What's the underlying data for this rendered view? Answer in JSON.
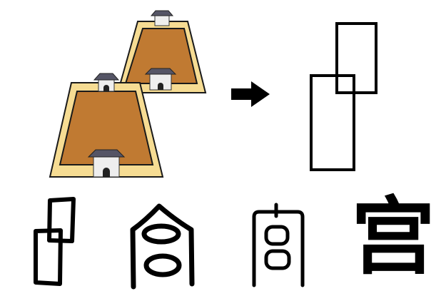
{
  "diagram": {
    "stages": [
      {
        "id": "walled-compound-pair",
        "kind": "illustration"
      },
      {
        "id": "arrow",
        "kind": "arrow"
      },
      {
        "id": "two-rectangles-pictograph",
        "kind": "pictograph"
      }
    ],
    "character_evolution": [
      {
        "id": "oracle-bone-form",
        "kind": "ancient-script"
      },
      {
        "id": "bronze-form",
        "kind": "ancient-script"
      },
      {
        "id": "seal-form",
        "kind": "ancient-script"
      },
      {
        "id": "modern-form",
        "kind": "modern-character",
        "text": "宫"
      }
    ],
    "colors": {
      "wall": "#f6dc93",
      "wall_outline": "#1a1a1a",
      "courtyard": "#c07a32",
      "ink": "#000000"
    }
  }
}
